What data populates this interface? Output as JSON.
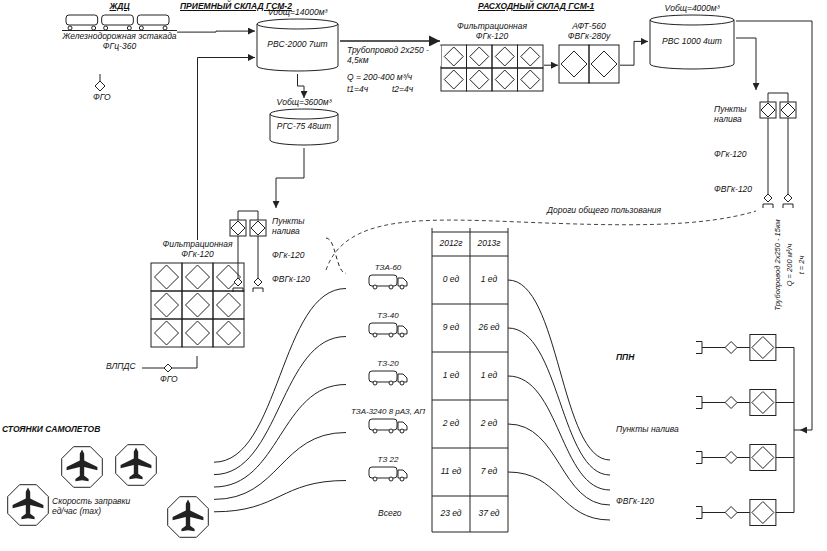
{
  "diagram": {
    "nodes": [
      {
        "text": [
          "ЖДЦ",
          "Железнодорожная эстакада ФГц-360"
        ]
      },
      {
        "text": [
          "Vобщ=14000м³",
          "РВС-2000 7шт"
        ]
      },
      {
        "text": [
          "Vобщ=3600м³",
          "РГС-75 48шт"
        ]
      },
      {
        "text": [
          "Фильтрационная ФГк-120"
        ]
      },
      {
        "text": [
          "Пункты налива",
          "ФГк-120",
          "ФВГк-120"
        ]
      },
      {
        "text": [
          "Фильтрационная ФГк-120"
        ]
      },
      {
        "text": [
          "АФТ-560 ФВГк-280у"
        ]
      },
      {
        "text": [
          "Vобщ=4000м³",
          "РВС 1000 4шт"
        ]
      },
      {
        "text": [
          "Пункты налива",
          "ФГк-120",
          "ФВГк-120"
        ]
      },
      {
        "text": [
          "ППН",
          "Пункты налива",
          "ФВГк-120"
        ]
      },
      {
        "text": [
          "ТЗА-60"
        ]
      },
      {
        "text": [
          "ТЗ-40"
        ]
      },
      {
        "text": [
          "ТЗ-20"
        ]
      },
      {
        "text": [
          "ТЗА-3240 8 рАЗ, АП"
        ]
      },
      {
        "text": [
          "ТЗ 22"
        ]
      },
      {
        "text": [
          "СТОЯНКИ САМОЛЕТОВ",
          "Скорость заправки ед/час (max)"
        ]
      }
    ],
    "edges": [
      {
        "from": 0,
        "to": 1,
        "arrow": "to"
      },
      {
        "from": 1,
        "to": 5,
        "label": "Трубопровод 2х250 - 4,5км",
        "arrow": "to"
      },
      {
        "from": 5,
        "to": 6,
        "arrow": "to"
      },
      {
        "from": 6,
        "to": 7,
        "arrow": "to"
      },
      {
        "from": 1,
        "to": 2,
        "arrow": "to"
      },
      {
        "from": 3,
        "to": 1,
        "arrow": "to"
      },
      {
        "from": 2,
        "to": 4,
        "arrow": "to"
      },
      {
        "from": 7,
        "to": 8,
        "arrow": "to"
      },
      {
        "from": 7,
        "to": 9,
        "arrow": "to"
      },
      {
        "from": 4,
        "to": 10,
        "arrow": "none"
      },
      {
        "from": 10,
        "to": 15,
        "arrow": "none"
      },
      {
        "from": 11,
        "to": 15,
        "arrow": "none"
      },
      {
        "from": 12,
        "to": 15,
        "arrow": "none"
      },
      {
        "from": 13,
        "to": 15,
        "arrow": "none"
      },
      {
        "from": 14,
        "to": 15,
        "arrow": "none"
      }
    ],
    "labels": [
      "ПРИЕМНЫЙ СКЛАД ГСМ-2",
      "РАСХОДНЫЙ СКЛАД ГСМ-1",
      "ФГО",
      "Q = 200-400 м³/ч",
      "t1=4ч",
      "t2=4ч",
      "ВЛПДС",
      "ФГО",
      "Дороги общего пользования",
      "Трубопровод 2х250 - 15км",
      "Q = 200 м³/ч",
      "t = 2ч",
      "2012г",
      "2013г",
      "0 ед",
      "1 ед",
      "9 ед",
      "26 ед",
      "1 ед",
      "1 ед",
      "2 ед",
      "2 ед",
      "11 ед",
      "7 ед",
      "Всего",
      "23 ед",
      "37 ед"
    ]
  }
}
